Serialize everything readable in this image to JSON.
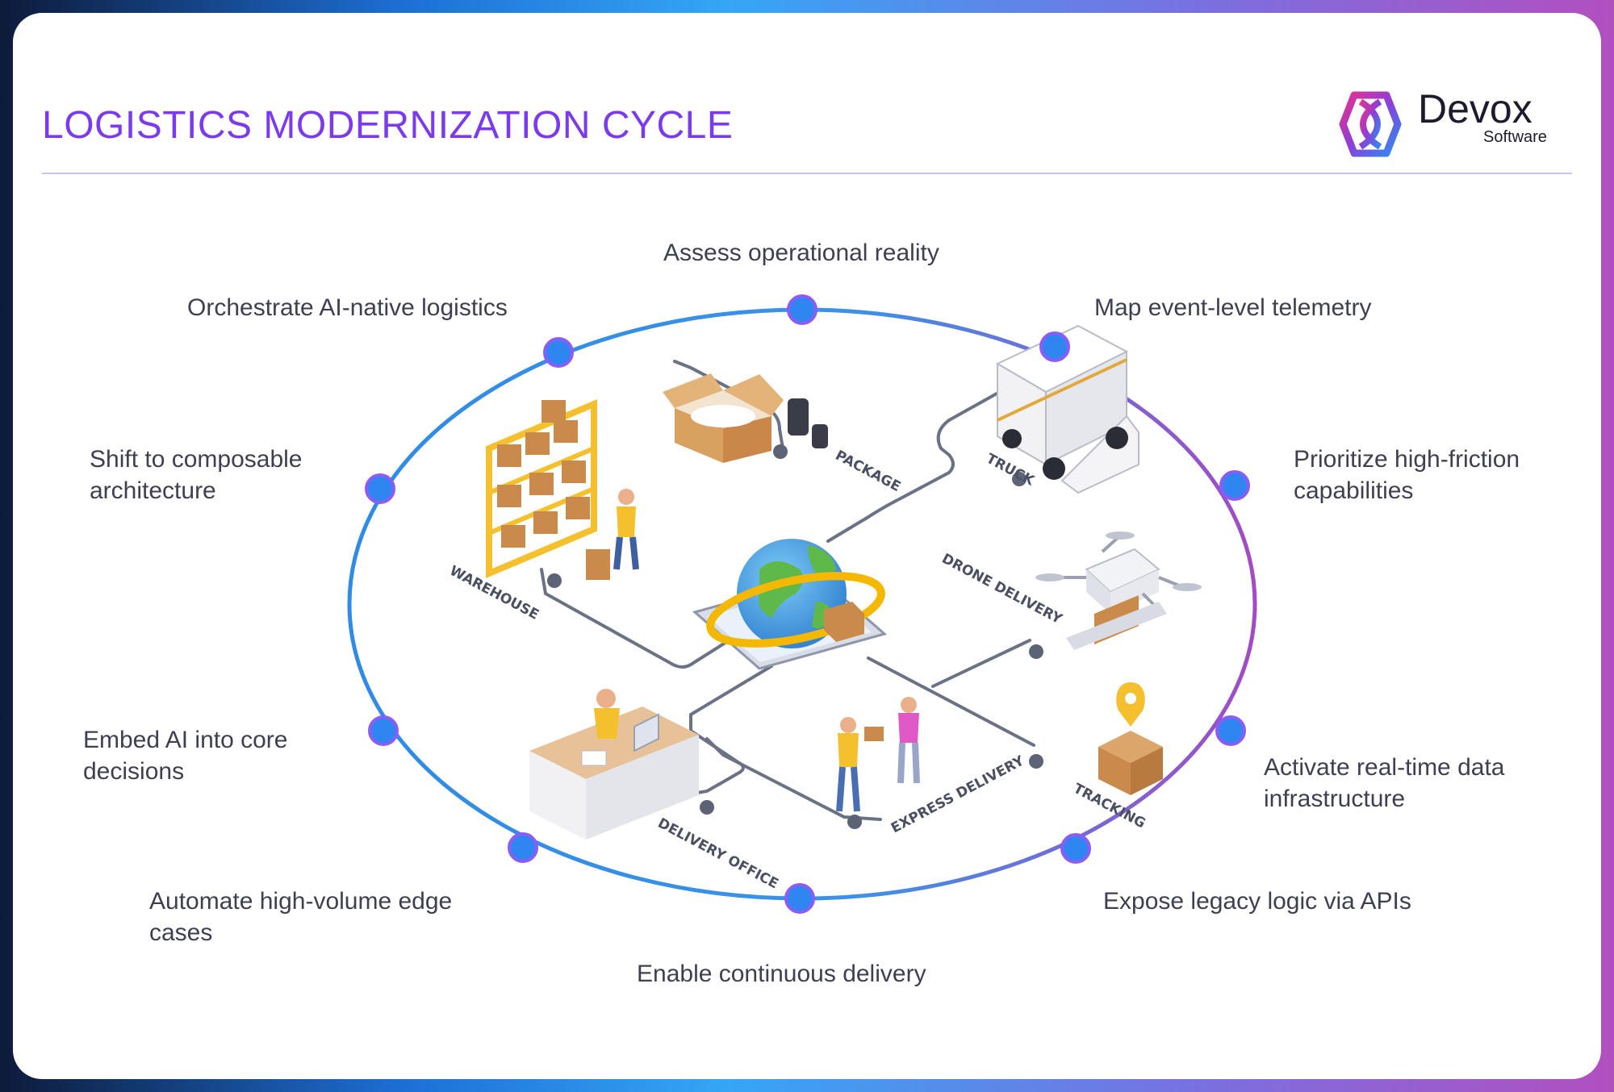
{
  "header": {
    "title": "LOGISTICS MODERNIZATION CYCLE"
  },
  "brand": {
    "name": "Devox",
    "sub": "Software"
  },
  "cycle_steps": [
    "Assess operational reality",
    "Map event-level telemetry",
    "Prioritize high-friction capabilities",
    "Activate real-time data infrastructure",
    "Expose legacy logic via APIs",
    "Enable continuous delivery",
    "Automate high-volume edge cases",
    "Embed AI into core decisions",
    "Shift to composable architecture",
    "Orchestrate AI-native logistics"
  ],
  "hub_labels": {
    "package": "PACKAGE",
    "truck": "TRUCK",
    "warehouse": "WAREHOUSE",
    "drone": "DRONE DELIVERY",
    "tracking": "TRACKING",
    "express": "EXPRESS DELIVERY",
    "office": "DELIVERY OFFICE"
  },
  "colors": {
    "title": "#7c3aed",
    "ring_start": "#2f8be6",
    "ring_end": "#a24bc4",
    "node": "#2f86f0",
    "connector": "#6b7286"
  }
}
